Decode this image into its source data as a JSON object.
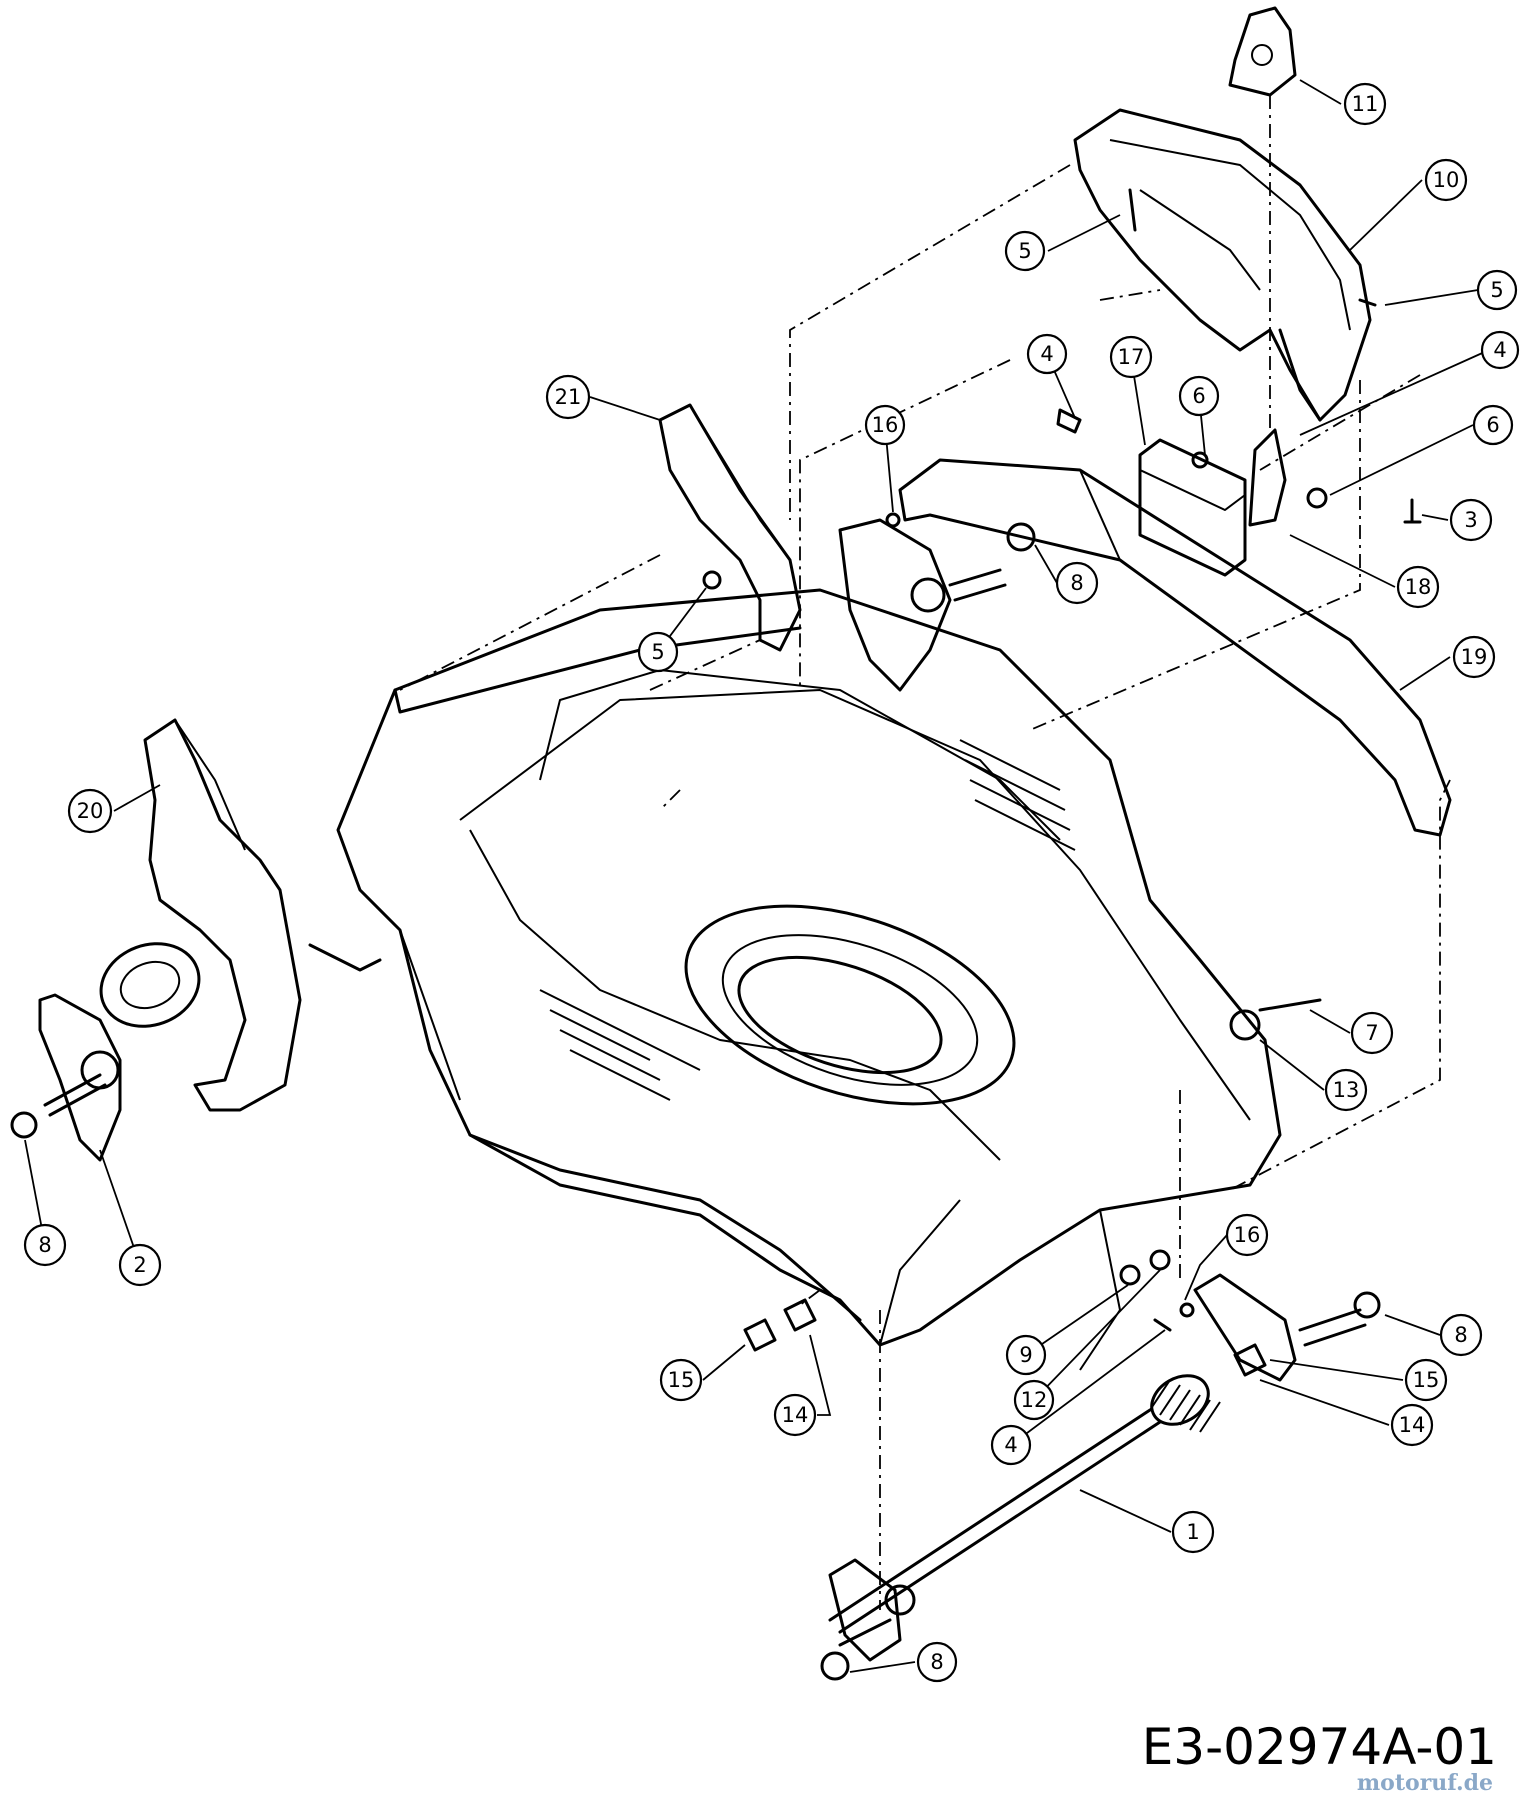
{
  "drawing_code": "E3-02974A-01",
  "watermark": "motoruf.de",
  "callouts": [
    {
      "label": "1"
    },
    {
      "label": "2"
    },
    {
      "label": "3"
    },
    {
      "label": "4"
    },
    {
      "label": "4"
    },
    {
      "label": "4"
    },
    {
      "label": "5"
    },
    {
      "label": "5"
    },
    {
      "label": "5"
    },
    {
      "label": "6"
    },
    {
      "label": "6"
    },
    {
      "label": "7"
    },
    {
      "label": "8"
    },
    {
      "label": "8"
    },
    {
      "label": "8"
    },
    {
      "label": "8"
    },
    {
      "label": "9"
    },
    {
      "label": "10"
    },
    {
      "label": "11"
    },
    {
      "label": "12"
    },
    {
      "label": "13"
    },
    {
      "label": "14"
    },
    {
      "label": "14"
    },
    {
      "label": "15"
    },
    {
      "label": "15"
    },
    {
      "label": "16"
    },
    {
      "label": "16"
    },
    {
      "label": "17"
    },
    {
      "label": "18"
    },
    {
      "label": "19"
    },
    {
      "label": "20"
    },
    {
      "label": "21"
    }
  ]
}
